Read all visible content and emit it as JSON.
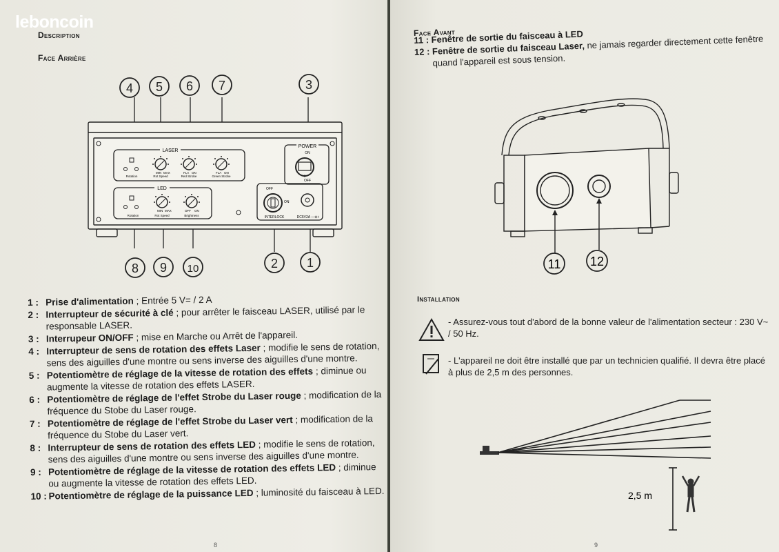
{
  "watermark": "leboncoin",
  "left_page": {
    "section": "Description",
    "subsection": "Face Arrière",
    "panel": {
      "laser_label": "LASER",
      "led_label": "LED",
      "power_label": "POWER",
      "on": "ON",
      "off": "OFF",
      "min": "MIN",
      "max": "MAX",
      "fla": "FLA",
      "rotation": "Rotation",
      "rot_speed": "Rot Speed",
      "red_strobe": "Red Strobe",
      "green_strobe": "Green Strobe",
      "brightness": "Brightness",
      "interlock": "INTERLOCK",
      "dc_input": "DC5V2A —⊖+"
    },
    "callouts_top": [
      "4",
      "5",
      "6",
      "7",
      "3"
    ],
    "callouts_bottom": [
      "8",
      "9",
      "10",
      "2",
      "1"
    ],
    "items": [
      {
        "num": "1 :",
        "title": "Prise d'alimentation",
        "text": " ; Entrée 5 V= / 2 A"
      },
      {
        "num": "2 :",
        "title": "Interrupteur de sécurité à clé",
        "text": " ; pour arrêter le faisceau LASER, utilisé par le responsable LASER."
      },
      {
        "num": "3 :",
        "title": "Interrupeur ON/OFF",
        "text": " ; mise en Marche ou Arrêt de l'appareil."
      },
      {
        "num": "4 :",
        "title": "Interrupteur de sens de rotation des effets Laser",
        "text": " ; modifie le sens de rotation, sens des aiguilles d'une montre ou sens inverse des aiguilles d'une montre."
      },
      {
        "num": "5 :",
        "title": "Potentiomètre de réglage de la vitesse de rotation des effets",
        "text": " ; diminue ou augmente la vitesse de rotation des effets LASER."
      },
      {
        "num": "6 :",
        "title": "Potentiomètre de réglage de l'effet Strobe du Laser rouge",
        "text": " ; modification de la fréquence du Stobe du Laser rouge."
      },
      {
        "num": "7 :",
        "title": "Potentiomètre de réglage de l'effet Strobe du Laser vert",
        "text": " ; modification de la fréquence du Stobe du Laser vert."
      },
      {
        "num": "8 :",
        "title": "Interrupteur de sens de rotation des effets LED",
        "text": " ; modifie le sens de rotation, sens des aiguilles d'une montre ou sens inverse des aiguilles d'une montre."
      },
      {
        "num": "9 :",
        "title": "Potentiomètre de réglage de la vitesse de rotation des effets LED",
        "text": " ; diminue ou augmente la vitesse de rotation des effets LED."
      },
      {
        "num": "10 :",
        "title": "Potentiomètre de réglage de la puissance LED",
        "text": " ; luminosité du faisceau à LED."
      }
    ],
    "page_number": "8"
  },
  "right_page": {
    "section": "Face Avant",
    "item11_num": "11 :",
    "item11_title": "Fenêtre de sortie du faisceau à LED",
    "item12_num": "12 :",
    "item12_title": "Fenêtre de sortie du faisceau Laser,",
    "item12_text": " ne jamais regarder directement cette fenêtre quand l'appareil est sous tension.",
    "callouts": [
      "11",
      "12"
    ],
    "install_title": "Installation",
    "warning_text": "- Assurez-vous tout d'abord de la bonne valeur de l'alimentation secteur : 230 V~ / 50 Hz.",
    "note_text": "- L'appareil ne doit être installé que par un technicien qualifié. Il devra être placé à plus de 2,5 m des personnes.",
    "distance_label": "2,5 m",
    "page_number": "9"
  }
}
